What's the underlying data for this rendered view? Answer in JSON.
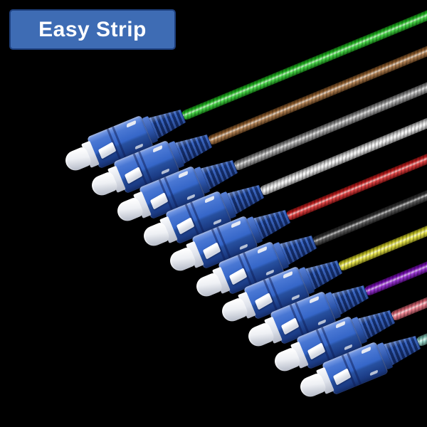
{
  "badge": {
    "label": "Easy Strip",
    "background": "#3E6CB4",
    "border": "#1E3F7D",
    "text_color": "#FFFFFF"
  },
  "scene": {
    "background": "#000000"
  },
  "pigtails": {
    "count": 10,
    "connector": {
      "type": "SC",
      "body_color": "#3566C8",
      "boot_color": "#15306E",
      "ferrule_color": "#EEF0F4"
    },
    "cables": [
      {
        "name": "green",
        "hex": "#24D324"
      },
      {
        "name": "brown",
        "hex": "#A56A32"
      },
      {
        "name": "slate",
        "hex": "#9B9B9B"
      },
      {
        "name": "white",
        "hex": "#E9E9E9"
      },
      {
        "name": "red",
        "hex": "#DE1F1F"
      },
      {
        "name": "black",
        "hex": "#3A3A3A"
      },
      {
        "name": "yellow",
        "hex": "#E7E428"
      },
      {
        "name": "violet",
        "hex": "#8A0FD0"
      },
      {
        "name": "rose",
        "hex": "#F26E7E"
      },
      {
        "name": "aqua",
        "hex": "#8FD9C9"
      }
    ]
  }
}
